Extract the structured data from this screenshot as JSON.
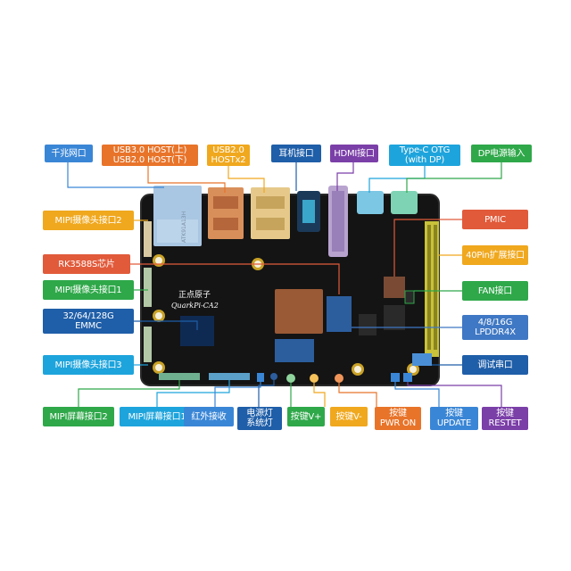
{
  "colors": {
    "blue": "#3a86d6",
    "orange": "#e8742a",
    "yellow": "#f0a81e",
    "navy": "#1f5ea8",
    "purple": "#7b3fa8",
    "cyan": "#1ea4dc",
    "green": "#2fa84a",
    "red": "#e15a3a",
    "steel": "#3f78c4"
  },
  "board": {
    "brand": "正点原子",
    "model": "QuarkPi-CA2",
    "eth_marking": "ATK91A13H"
  },
  "labels": {
    "gigabit_eth": "千兆网口",
    "usb3_line1": "USB3.0 HOST(上)",
    "usb3_line2": "USB2.0 HOST(下)",
    "usb2_line1": "USB2.0",
    "usb2_line2": "HOSTx2",
    "earphone": "耳机接口",
    "hdmi": "HDMI接口",
    "typec_line1": "Type-C OTG",
    "typec_line2": "(with DP)",
    "dc_power": "DP电源输入",
    "mipi_cam2": "MIPI摄像头接口2",
    "rk3588s": "RK3588S芯片",
    "mipi_cam1": "MIPI摄像头接口1",
    "emmc_line1": "32/64/128G",
    "emmc_line2": "EMMC",
    "mipi_cam3": "MIPI摄像头接口3",
    "pmic": "PMIC",
    "pin40": "40Pin扩展接口",
    "fan": "FAN接口",
    "lpddr_line1": "4/8/16G",
    "lpddr_line2": "LPDDR4X",
    "debug_uart": "调试串口",
    "mipi_lcd2": "MIPI屏幕接口2",
    "mipi_lcd1": "MIPI屏幕接口1",
    "ir_rx": "红外接收",
    "leds_line1": "电源灯",
    "leds_line2": "系统灯",
    "key_vp": "按键V+",
    "key_vm": "按键V-",
    "key_pwr_line1": "按键",
    "key_pwr_line2": "PWR ON",
    "key_upd_line1": "按键",
    "key_upd_line2": "UPDATE",
    "key_rst_line1": "按键",
    "key_rst_line2": "RESTET"
  }
}
